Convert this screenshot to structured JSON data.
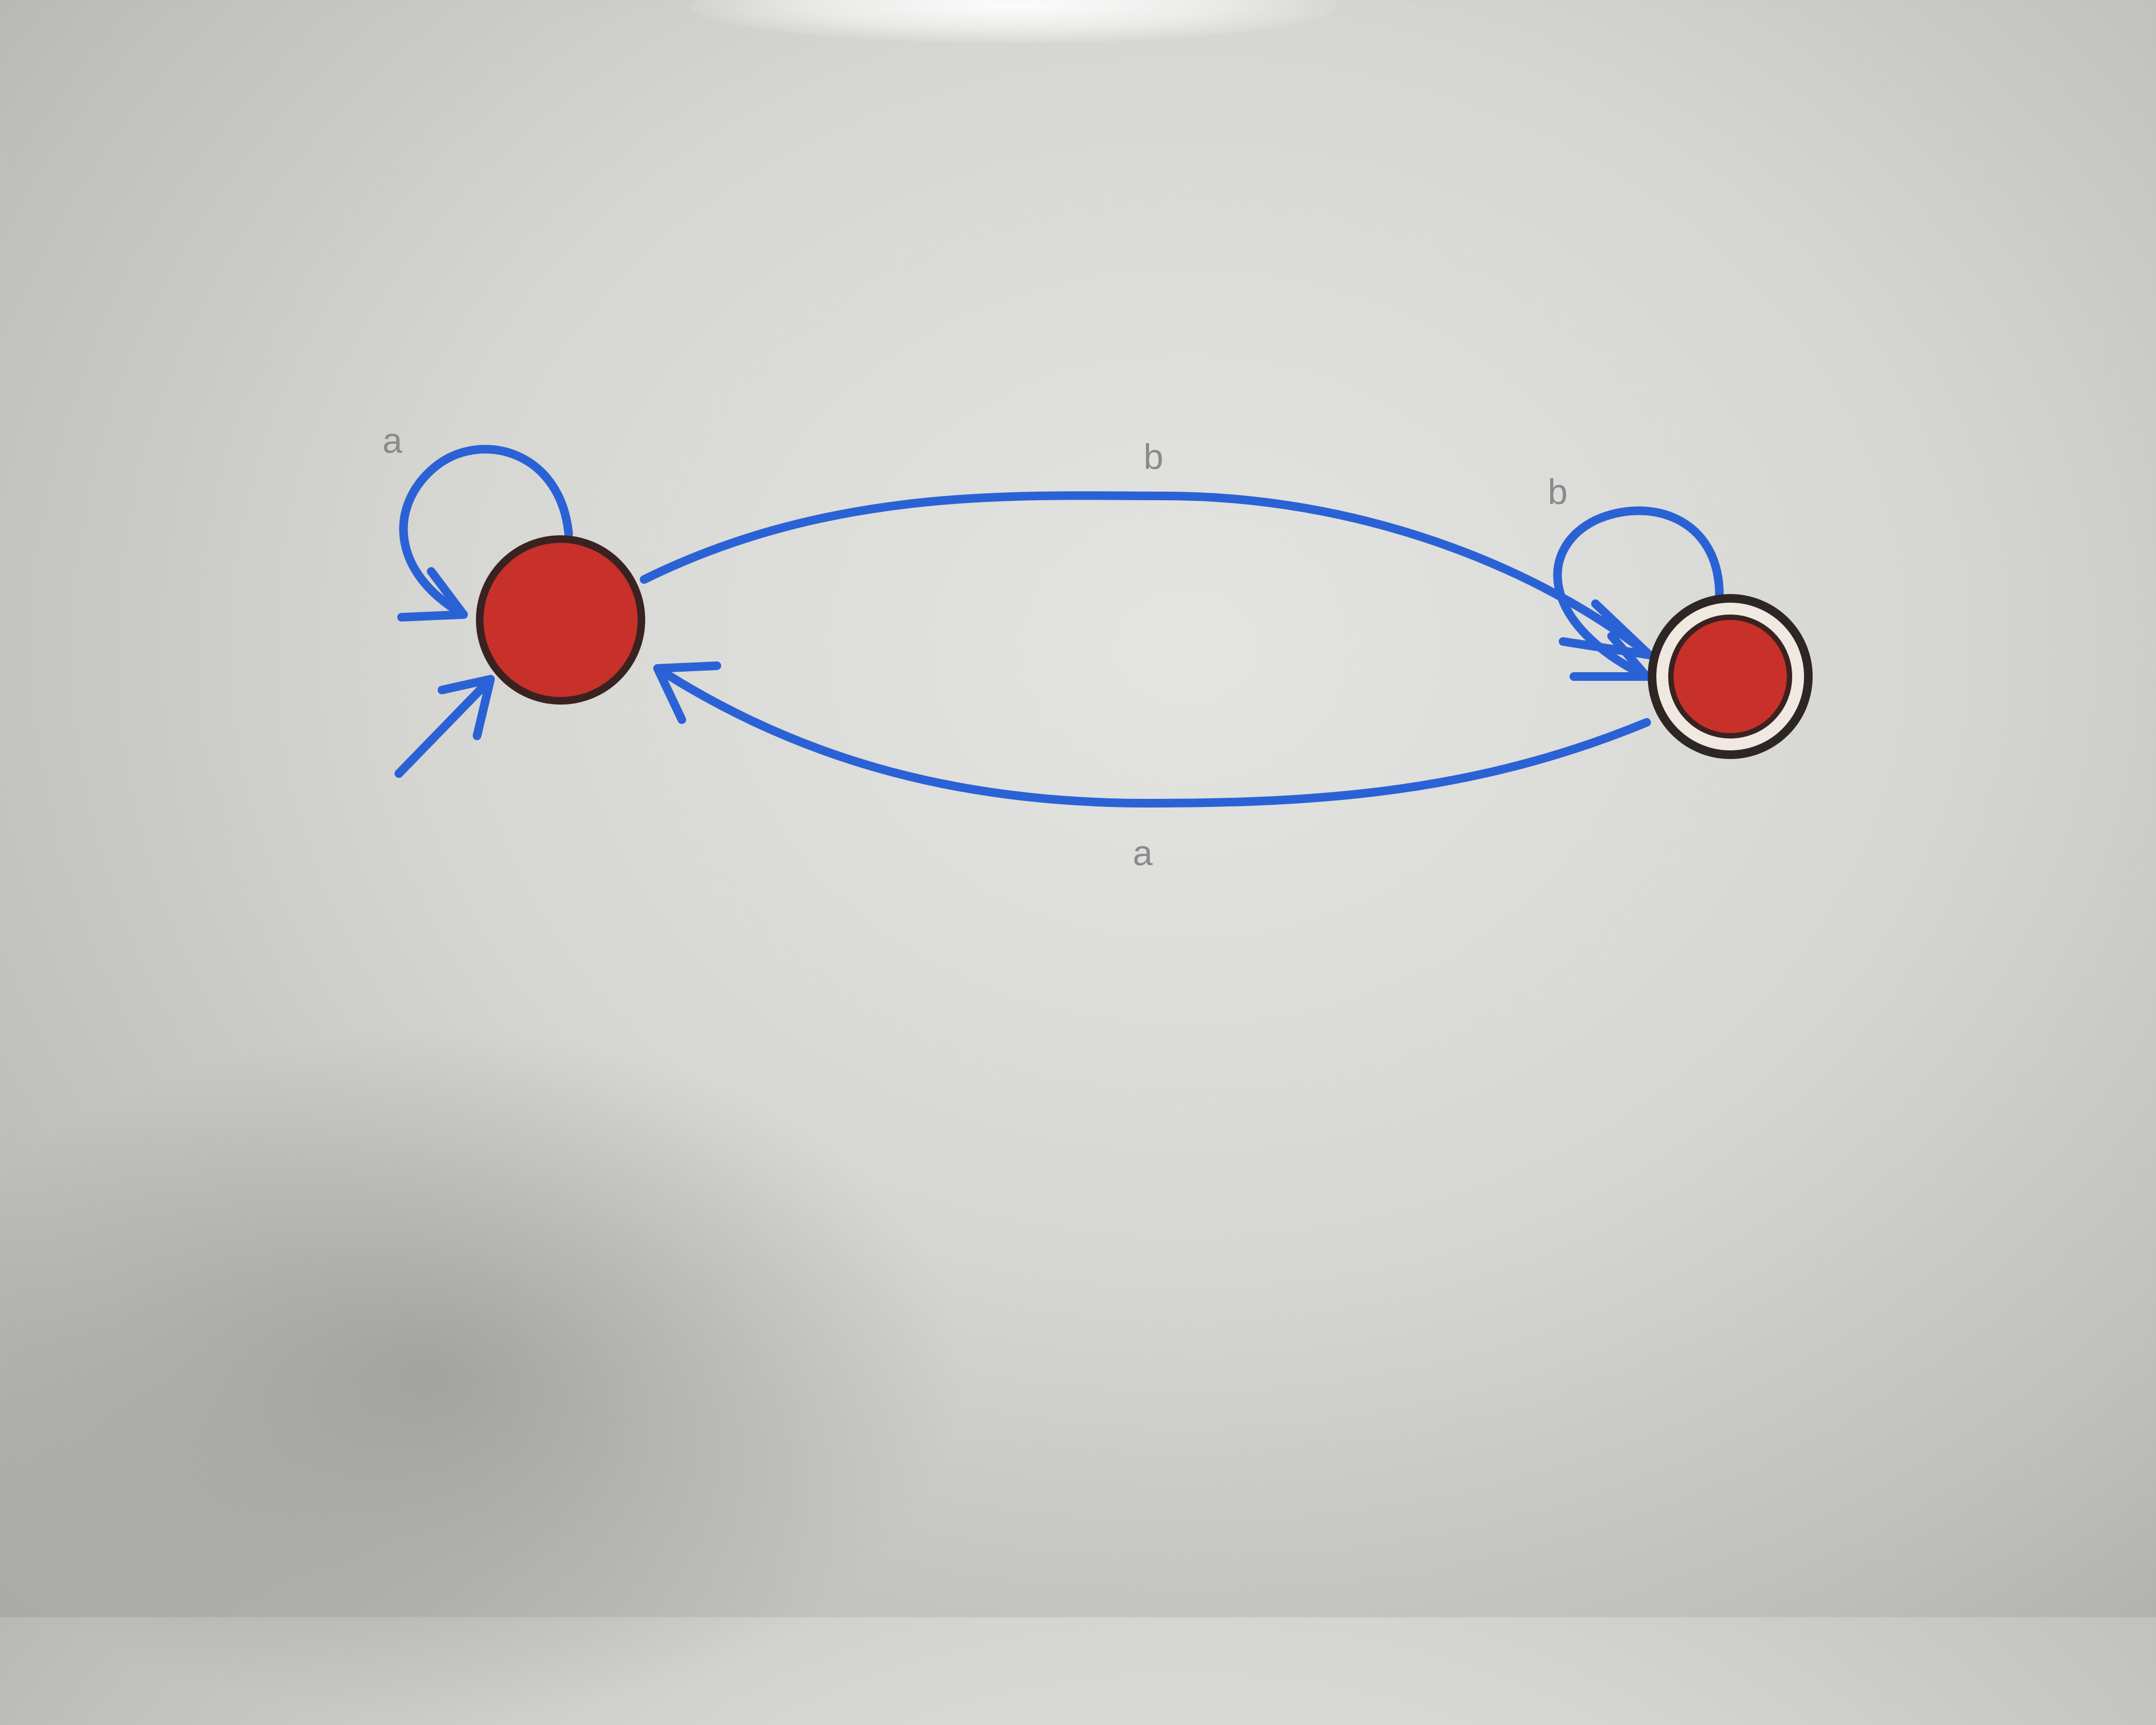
{
  "diagram": {
    "type": "finite-automaton",
    "states": [
      {
        "id": "q0",
        "initial": true,
        "accepting": false,
        "fill": "#c8302a"
      },
      {
        "id": "q1",
        "initial": false,
        "accepting": true,
        "fill": "#c8302a"
      }
    ],
    "transitions": [
      {
        "from": "q0",
        "to": "q0",
        "label": "a"
      },
      {
        "from": "q0",
        "to": "q1",
        "label": "b"
      },
      {
        "from": "q1",
        "to": "q1",
        "label": "b"
      },
      {
        "from": "q1",
        "to": "q0",
        "label": "a"
      }
    ],
    "colors": {
      "edge": "#2a62d6",
      "state": "#c8302a",
      "label": "#8a8a8a"
    }
  }
}
